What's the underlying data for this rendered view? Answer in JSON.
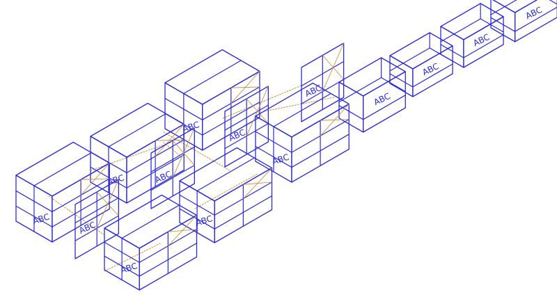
{
  "diagram": {
    "box_label": "ABC",
    "colors": {
      "line": "#2a2ad8",
      "guide": "#c8913c",
      "background": "#ffffff"
    },
    "boxes": [
      {
        "id": "box-1",
        "kind": "stack",
        "label": "ABC"
      },
      {
        "id": "box-2",
        "kind": "panel",
        "label": "ABC"
      },
      {
        "id": "box-3",
        "kind": "stack",
        "label": "ABC"
      },
      {
        "id": "box-4",
        "kind": "stack",
        "label": "ABC"
      },
      {
        "id": "box-5",
        "kind": "panel",
        "label": "ABC"
      },
      {
        "id": "box-6",
        "kind": "stack",
        "label": "ABC"
      },
      {
        "id": "box-7",
        "kind": "stack",
        "label": "ABC"
      },
      {
        "id": "box-8",
        "kind": "panel",
        "label": "ABC"
      },
      {
        "id": "box-9",
        "kind": "stack",
        "label": "ABC"
      },
      {
        "id": "box-10",
        "kind": "panel",
        "label": "ABC"
      },
      {
        "id": "box-11",
        "kind": "open",
        "label": "ABC"
      },
      {
        "id": "box-12",
        "kind": "open",
        "label": "ABC"
      },
      {
        "id": "box-13",
        "kind": "open",
        "label": "ABC"
      },
      {
        "id": "box-14",
        "kind": "open",
        "label": "ABC"
      }
    ]
  }
}
